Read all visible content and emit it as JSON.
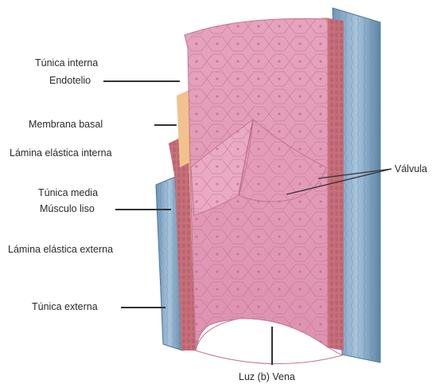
{
  "labels": {
    "tunica_interna": "Túnica interna",
    "endotelio": "Endotelio",
    "membrana_basal": "Membrana basal",
    "lamina_elastica_interna": "Lámina elástica interna",
    "tunica_media": "Túnica media",
    "musculo_liso": "Músculo liso",
    "lamina_elastica_externa": "Lámina elástica externa",
    "tunica_externa": "Túnica externa",
    "valvula": "Válvula",
    "luz_vena": "Luz (b) Vena"
  },
  "colors": {
    "endothelium": "#e7a3be",
    "endothelium_shade": "#d7869f",
    "cell_outline": "#c97b97",
    "tunica_externa": "#8fb2cf",
    "tunica_externa_dark": "#5d86a8",
    "smooth_muscle": "#c6707a",
    "elastic_lamina": "#e8c56a",
    "basal_membrane": "#f2c28e"
  }
}
